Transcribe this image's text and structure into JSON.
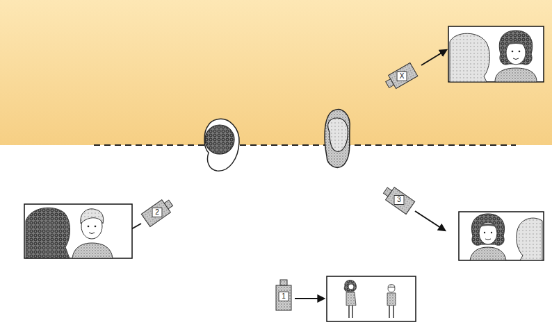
{
  "diagram": {
    "labels": [
      "X",
      "2",
      "3",
      "1"
    ]
  }
}
